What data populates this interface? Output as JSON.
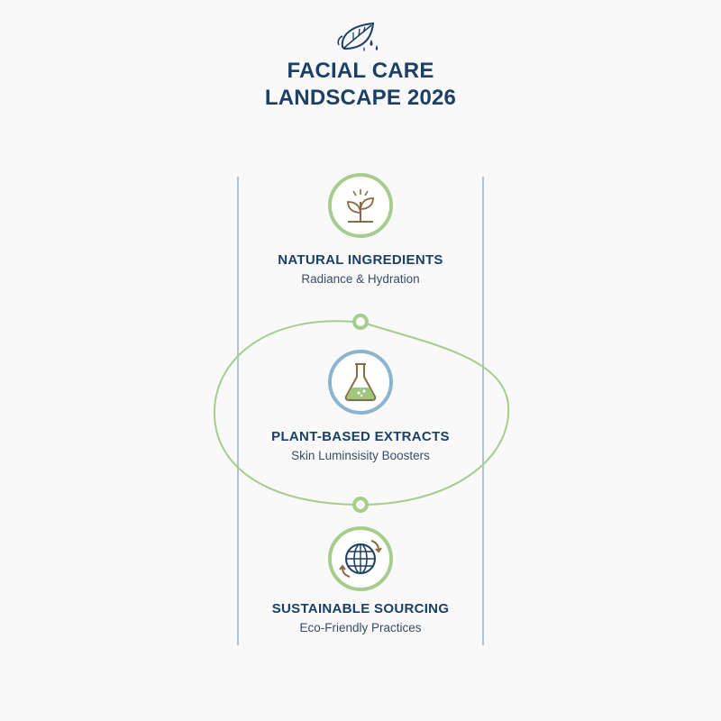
{
  "header": {
    "icon": "leaf-icon",
    "title_line1": "FACIAL CARE",
    "title_line2": "LANDSCAPE 2026"
  },
  "colors": {
    "navy": "#1b3f66",
    "green": "#a6cd8e",
    "blue_ring": "#8db3cf",
    "rail": "#b6c1d2",
    "brown": "#8a6a43"
  },
  "steps": [
    {
      "icon": "sprout-icon",
      "title": "NATURAL INGREDIENTS",
      "subtitle": "Radiance & Hydration"
    },
    {
      "icon": "flask-icon",
      "title": "PLANT-BASED EXTRACTS",
      "subtitle": "Skin Luminsisity Boosters"
    },
    {
      "icon": "globe-icon",
      "title": "SUSTAINABLE SOURCING",
      "subtitle": "Eco-Friendly Practices"
    }
  ]
}
